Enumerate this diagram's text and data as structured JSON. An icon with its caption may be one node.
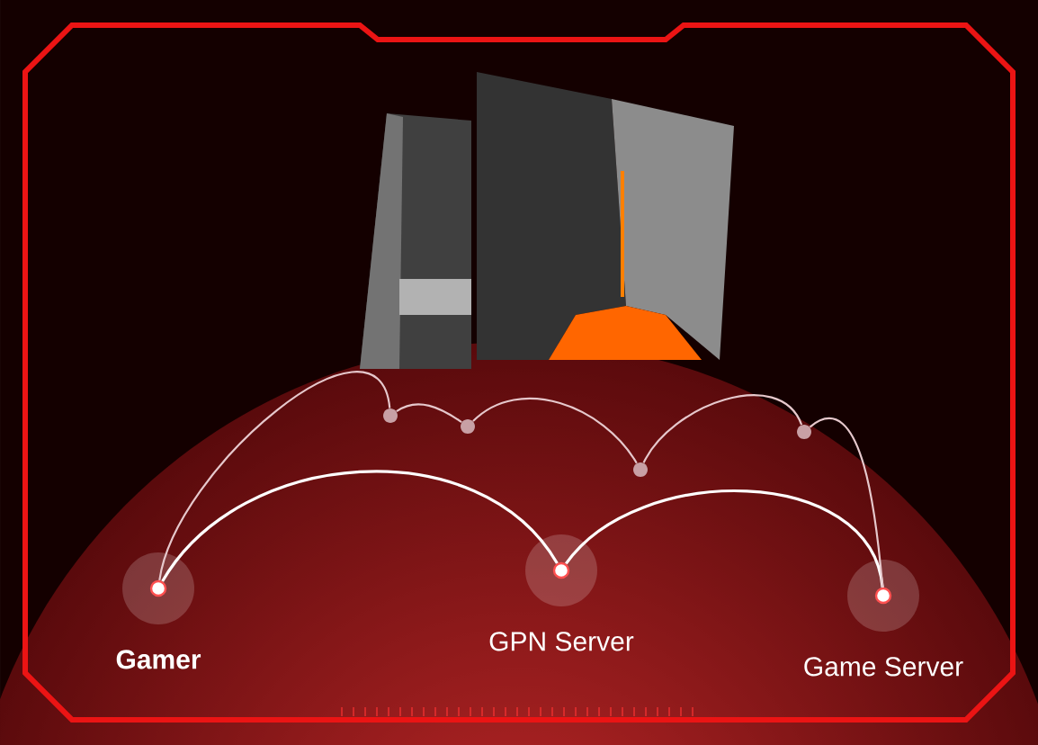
{
  "diagram": {
    "nodes": [
      {
        "text": [
          "Gamer"
        ]
      },
      {
        "text": [
          "GPN Server"
        ]
      },
      {
        "text": [
          "Game Server"
        ]
      },
      {
        "text": [],
        "shape": "circle"
      },
      {
        "text": [],
        "shape": "circle"
      },
      {
        "text": [],
        "shape": "circle"
      },
      {
        "text": [],
        "shape": "circle"
      }
    ],
    "edges": [
      {
        "from": 0,
        "to": 1,
        "arrow": "none"
      },
      {
        "from": 1,
        "to": 2,
        "arrow": "none"
      },
      {
        "from": 0,
        "to": 3,
        "arrow": "none",
        "color": "#e6c8cc"
      },
      {
        "from": 3,
        "to": 4,
        "arrow": "none",
        "color": "#e6c8cc"
      },
      {
        "from": 4,
        "to": 5,
        "arrow": "none",
        "color": "#e6c8cc"
      },
      {
        "from": 5,
        "to": 6,
        "arrow": "none",
        "color": "#e6c8cc"
      },
      {
        "from": 6,
        "to": 2,
        "arrow": "none",
        "color": "#e6c8cc"
      }
    ]
  }
}
